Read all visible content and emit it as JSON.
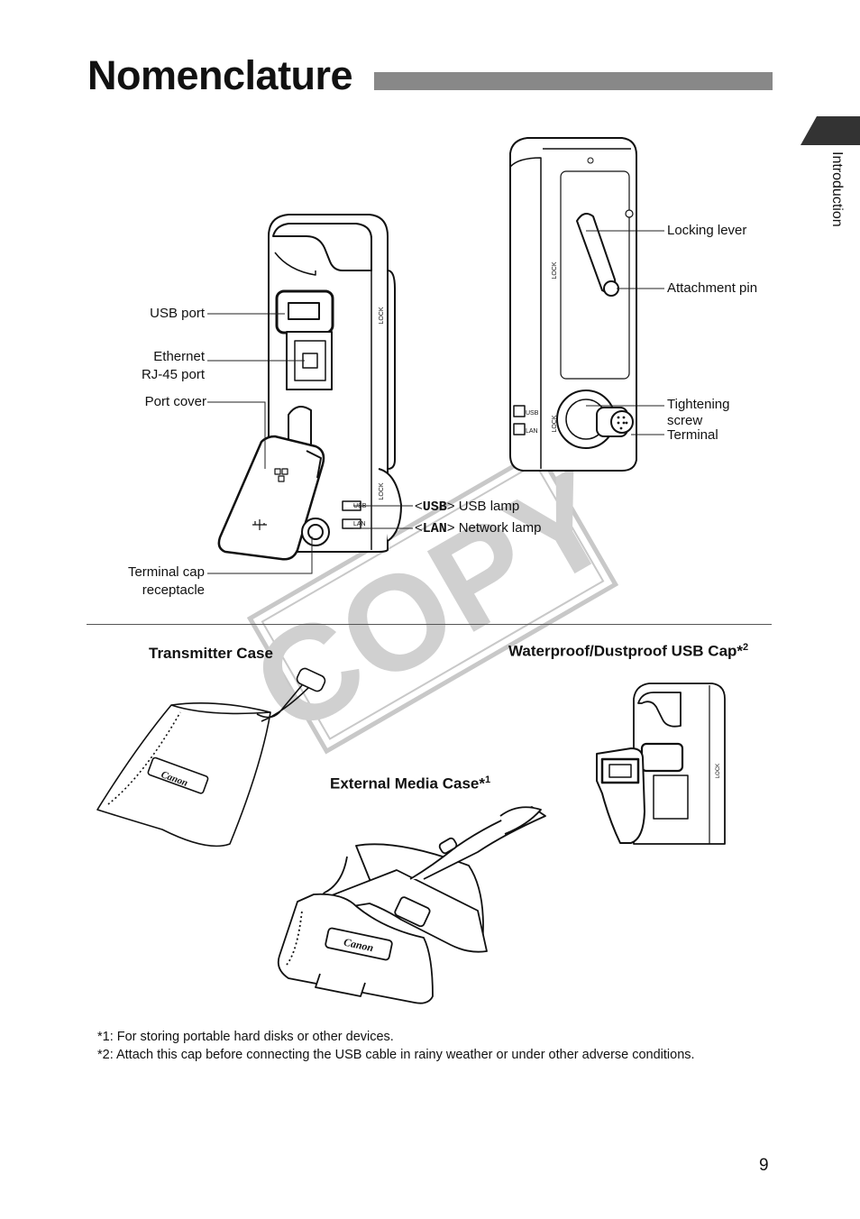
{
  "page": {
    "title": "Nomenclature",
    "section_tab": "Introduction",
    "page_number": "9"
  },
  "front_labels": {
    "usb_port": "USB port",
    "ethernet_line1": "Ethernet",
    "ethernet_line2": "RJ-45 port",
    "port_cover": "Port cover",
    "terminal_cap_line1": "Terminal cap",
    "terminal_cap_line2": "receptacle",
    "usb_lamp_tag": "USB",
    "usb_lamp_text": "USB lamp",
    "lan_lamp_tag": "LAN",
    "lan_lamp_text": "Network lamp"
  },
  "back_labels": {
    "locking_lever": "Locking lever",
    "attachment_pin": "Attachment pin",
    "tightening_line1": "Tightening",
    "tightening_line2": "screw",
    "terminal": "Terminal"
  },
  "accessories": {
    "transmitter_case": "Transmitter Case",
    "usb_cap": "Waterproof/Dustproof USB Cap*",
    "usb_cap_ref": "2",
    "media_case": "External Media Case*",
    "media_case_ref": "1"
  },
  "device_markings": {
    "lock": "LOCK",
    "usb": "USB",
    "lan": "LAN",
    "brand": "Canon"
  },
  "watermark": "COPY",
  "footnotes": [
    "*1: For storing portable hard disks or other devices.",
    "*2: Attach this cap before connecting the USB cable in rainy weather or under other adverse conditions."
  ]
}
